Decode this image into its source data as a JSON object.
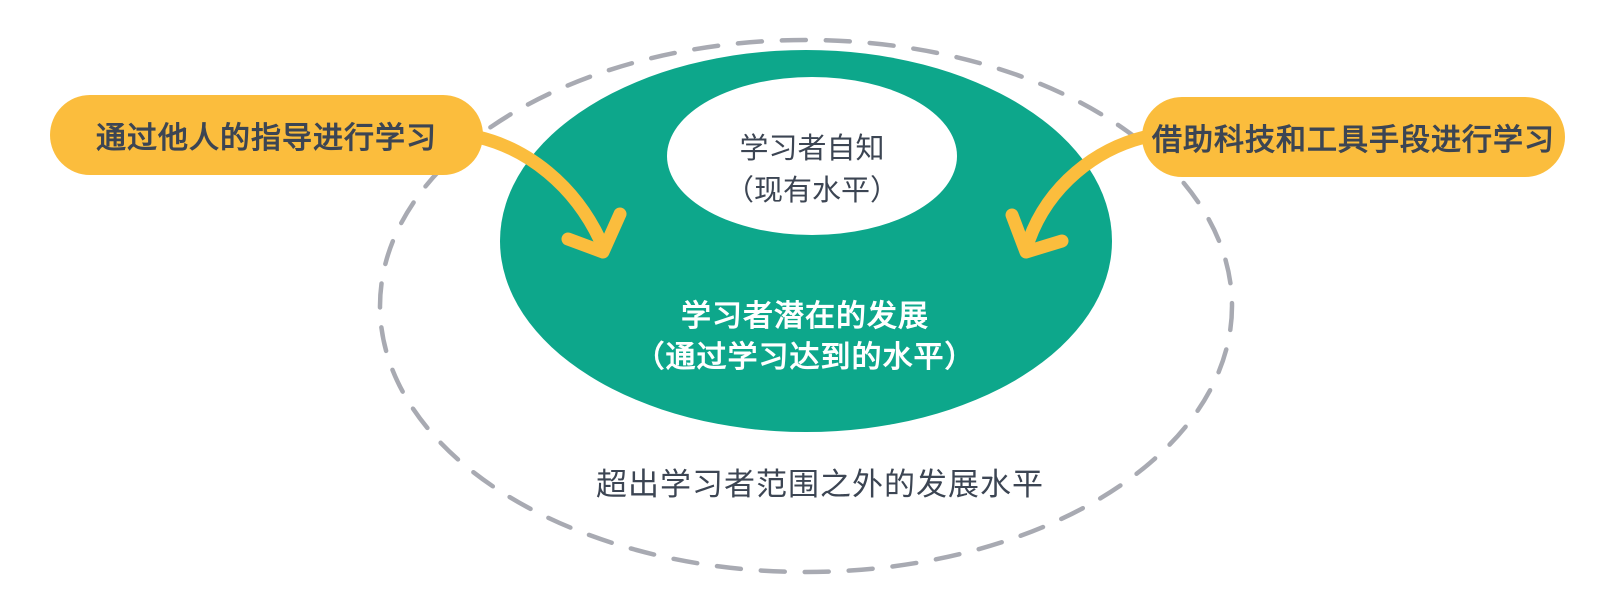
{
  "diagram": {
    "title_hint": "zone-of-proximal-development",
    "callouts": {
      "left": "通过他人的指导进行学习",
      "right": "借助科技和工具手段进行学习"
    },
    "inner_zone": {
      "line1": "学习者自知",
      "line2": "（现有水平）"
    },
    "zpd_zone": {
      "line1": "学习者潜在的发展",
      "line2": "（通过学习达到的水平）"
    },
    "outer_zone": {
      "label": "超出学习者范围之外的发展水平"
    },
    "colors": {
      "green": "#0DA78B",
      "yellow": "#FBBD3D",
      "dash_gray": "#A8AAB2",
      "text_dark": "#3C4553",
      "white": "#FFFFFF"
    }
  }
}
